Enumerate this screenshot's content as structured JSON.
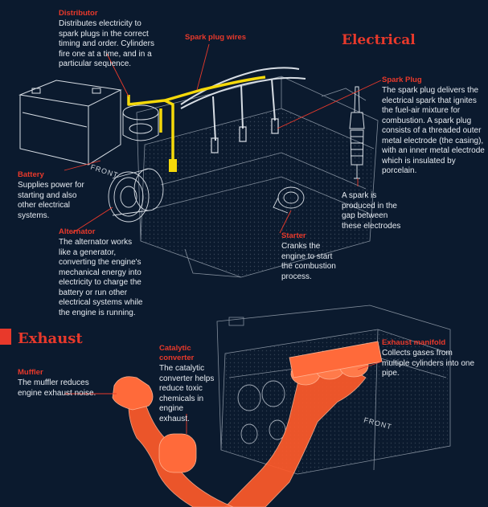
{
  "sections": {
    "electrical": "Electrical",
    "exhaust": "Exhaust"
  },
  "labels": {
    "distributor": {
      "title": "Distributor",
      "text": "Distributes electricity to spark plugs in the correct timing and order. Cylinders fire one at a time, and in a particular sequence."
    },
    "spark_plug_wires": {
      "title": "Spark plug wires"
    },
    "spark_plug": {
      "title": "Spark Plug",
      "text": "The spark plug delivers the electrical spark that ignites the fuel-air mixture for combustion. A spark plug consists of a threaded outer metal electrode (the casing), with an inner metal electrode which is insulated by porcelain."
    },
    "spark_gap": {
      "text": "A spark is produced in the gap between these electrodes"
    },
    "battery": {
      "title": "Battery",
      "text": "Supplies power for starting and also other electrical systems."
    },
    "alternator": {
      "title": "Alternator",
      "text": "The alternator works like a generator, converting the engine's mechanical energy into electricity to charge the battery or run other electrical systems while the engine is running."
    },
    "starter": {
      "title": "Starter",
      "text": "Cranks the engine to start the combustion process."
    },
    "muffler": {
      "title": "Muffler",
      "text": "The muffler reduces engine exhaust noise."
    },
    "catalytic_converter": {
      "title": "Catalytic converter",
      "text": "The catalytic converter helps reduce toxic chemicals in engine exhaust."
    },
    "exhaust_manifold": {
      "title": "Exhaust manifold",
      "text": "Collects gases from multiple cylinders into one pipe."
    }
  },
  "front_marker": "FRONT",
  "colors": {
    "background": "#0b1a2e",
    "accent": "#e8392b",
    "highlight_yellow": "#f5d90a",
    "exhaust_orange": "#ff5a2a",
    "wire": "#c9d2dc"
  }
}
